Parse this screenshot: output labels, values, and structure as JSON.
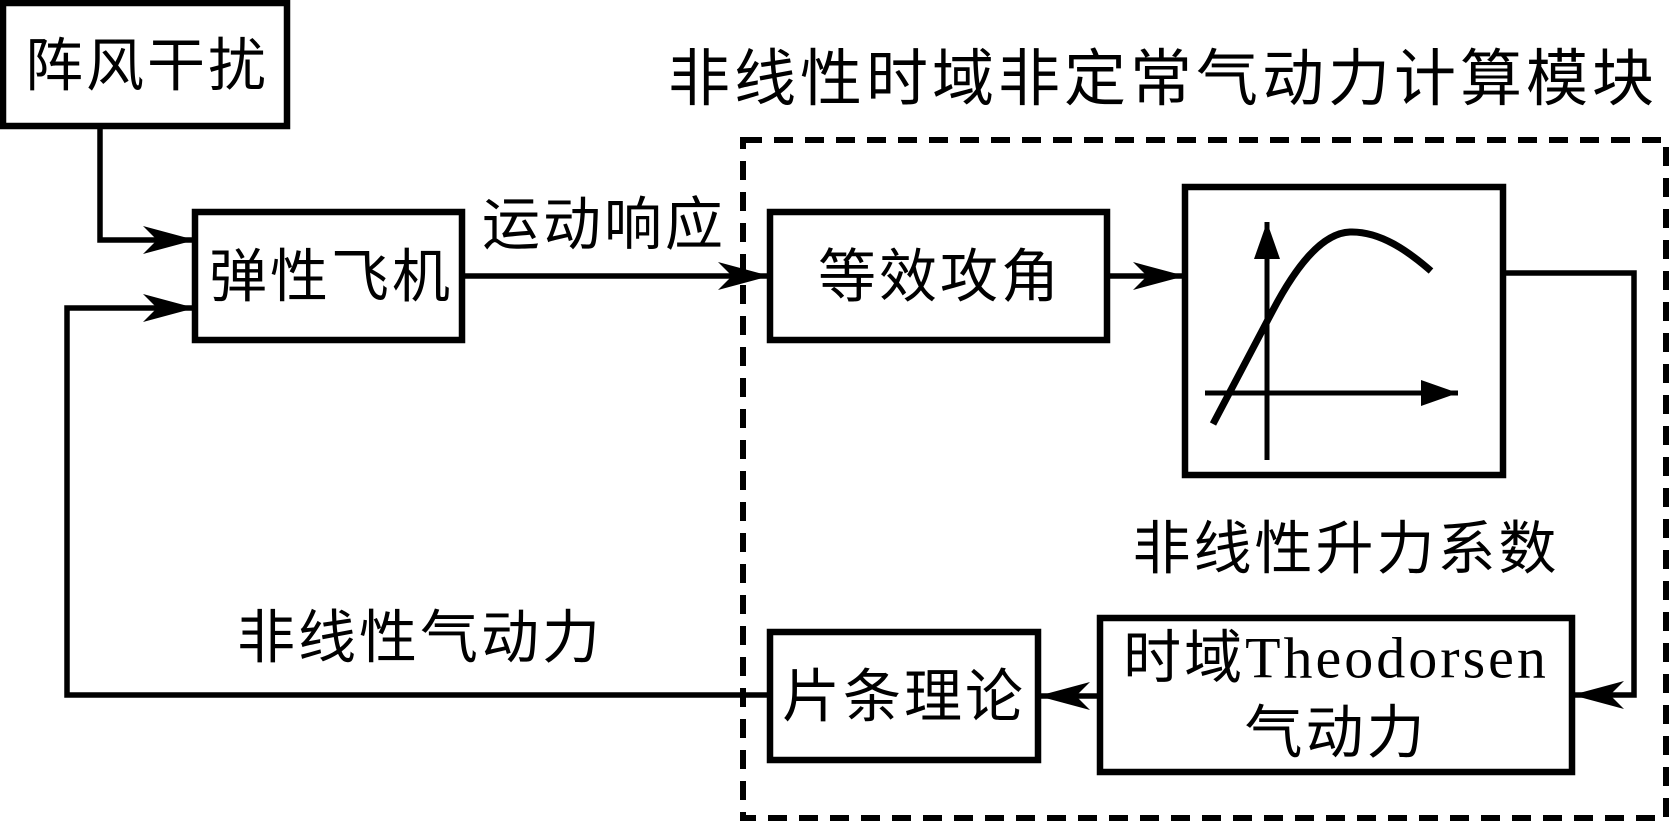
{
  "diagram": {
    "title": "非线性时域非定常气动力计算模块",
    "boxes": {
      "gust": "阵风干扰",
      "aircraft": "弹性飞机",
      "equivalent_aoa": "等效攻角",
      "theodorsen_line1": "时域Theodorsen",
      "theodorsen_line2": "气动力",
      "strip_theory": "片条理论"
    },
    "edge_labels": {
      "motion_response": "运动响应",
      "nonlinear_lift_coefficient": "非线性升力系数",
      "nonlinear_aero_force": "非线性气动力"
    },
    "icons": {
      "lift_curve": "lift-curve-sketch"
    },
    "colors": {
      "ink": "#000000",
      "background": "#ffffff"
    }
  }
}
